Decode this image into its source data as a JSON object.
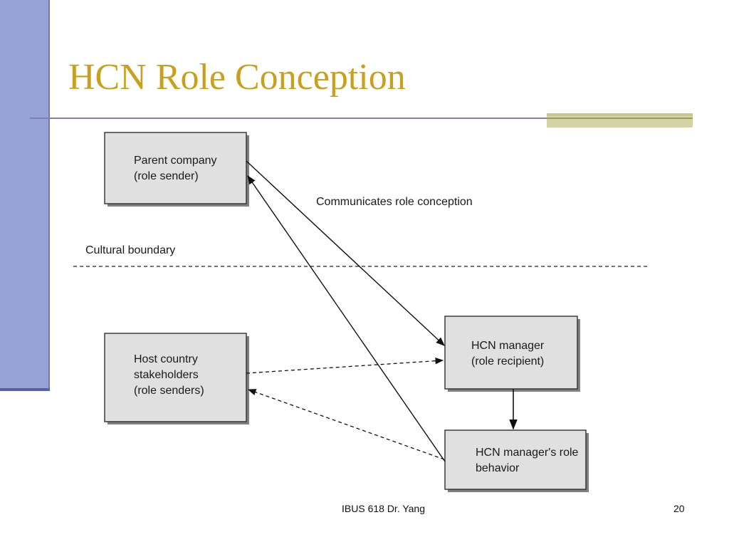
{
  "slide": {
    "title": "HCN Role Conception",
    "footer_center": "IBUS 618  Dr. Yang",
    "page_number": "20"
  },
  "diagram": {
    "boxes": {
      "parent_company": [
        "Parent company",
        "(role sender)"
      ],
      "host_country": [
        "Host country",
        "stakeholders",
        "(role senders)"
      ],
      "hcn_manager": [
        "HCN manager",
        "(role recipient)"
      ],
      "hcn_behavior": [
        "HCN manager's role",
        "behavior"
      ]
    },
    "labels": {
      "communicates": "Communicates role conception",
      "cultural_boundary": "Cultural boundary"
    }
  },
  "colors": {
    "title": "#c8a020",
    "left_bar": "#97a3d6",
    "accent_bar": "#d4d3a4",
    "box_fill": "#e0e0e0"
  }
}
